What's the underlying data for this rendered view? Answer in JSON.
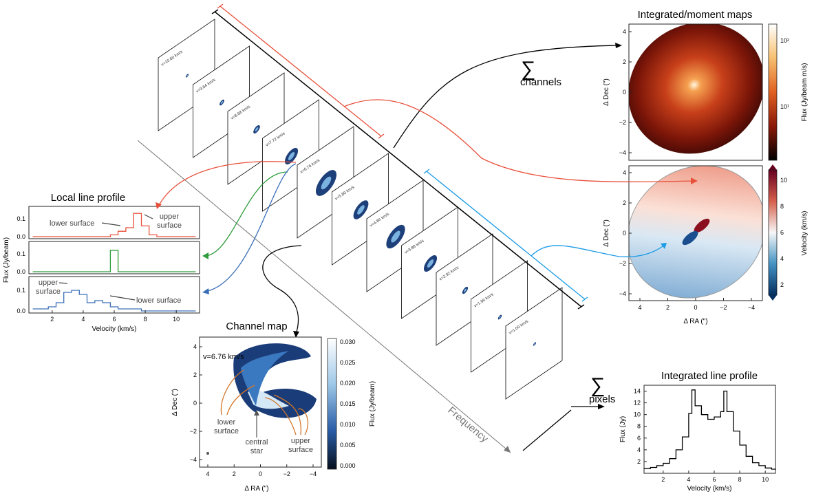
{
  "panels": {
    "moment_title": "Integrated/moment maps",
    "line_title": "Local line profile",
    "channel_title": "Channel map",
    "integrated_title": "Integrated line profile"
  },
  "annotations": {
    "sum_symbol": "∑",
    "channels": "channels",
    "pixels": "pixels",
    "frequency": "Frequency",
    "channel_velocity": "v=6.76 km/s",
    "lower_surface": "lower surface",
    "upper_surface_top": "upper",
    "upper_surface_bottom": "surface",
    "lower_line1": "lower",
    "lower_line2": "surface",
    "central_line1": "central",
    "central_line2": "star"
  },
  "axes": {
    "dec_label": "Δ Dec (\")",
    "ra_label": "Δ RA (\")",
    "flux_m0": "Flux (Jy/beam m/s)",
    "velocity_cbar": "Velocity (km/s)",
    "flux_jyb": "Flux (Jy/beam)",
    "flux_jy": "Flux (Jy)",
    "velocity_x": "Velocity (km/s)",
    "map_ticks": [
      "4",
      "2",
      "0",
      "−2",
      "−4"
    ],
    "m0_cbar_ticks": [
      "10²",
      "10¹"
    ],
    "m1_cbar_ticks": [
      "10",
      "8",
      "6",
      "4",
      "2"
    ],
    "ch_cbar_ticks": [
      "0.030",
      "0.025",
      "0.020",
      "0.015",
      "0.010",
      "0.005",
      "0.000"
    ],
    "line_y_ticks": [
      "0.1",
      "0.0"
    ],
    "line_x_ticks": [
      "2",
      "4",
      "6",
      "8",
      "10"
    ],
    "int_y_ticks": [
      "14",
      "12",
      "10",
      "8",
      "6",
      "4",
      "2"
    ],
    "int_x_ticks": [
      "2",
      "4",
      "6",
      "8",
      "10"
    ]
  },
  "channel_stack": {
    "labels": [
      "v=10.60 km/s",
      "v=9.64 km/s",
      "v=8.68 km/s",
      "v=7.72 km/s",
      "v=6.76 km/s",
      "v=5.80 km/s",
      "v=4.84 km/s",
      "v=3.88 km/s",
      "v=2.92 km/s",
      "v=1.96 km/s",
      "v=1.00 km/s"
    ]
  },
  "colors": {
    "red": "#e8503a",
    "green": "#2e9c3a",
    "blue": "#3a6fb8",
    "cyan": "#1a9be6",
    "orange": "#d4762a"
  },
  "chart_data": [
    {
      "type": "line",
      "subtype": "step",
      "name": "local line profiles",
      "x": [
        1,
        1.5,
        2,
        2.5,
        3,
        3.5,
        4,
        4.5,
        5,
        5.5,
        6,
        6.5,
        7,
        7.5,
        8,
        8.5,
        9,
        9.5,
        10,
        10.5,
        11
      ],
      "series": [
        {
          "color": "#e8503a",
          "values": [
            0.0,
            0.0,
            0.0,
            0.0,
            0.0,
            0.0,
            0.0,
            0.0,
            0.0,
            0.0,
            0.01,
            0.03,
            0.05,
            0.13,
            0.06,
            0.01,
            0.0,
            0.0,
            0.0,
            0.0,
            0.0
          ]
        },
        {
          "color": "#2e9c3a",
          "values": [
            0.0,
            0.0,
            0.0,
            0.0,
            0.0,
            0.0,
            0.0,
            0.0,
            0.0,
            0.0,
            0.12,
            0.0,
            0.0,
            0.0,
            0.0,
            0.0,
            0.0,
            0.0,
            0.0,
            0.0,
            0.0
          ]
        },
        {
          "color": "#3a6fb8",
          "values": [
            0.01,
            0.01,
            0.02,
            0.04,
            0.09,
            0.1,
            0.08,
            0.04,
            0.05,
            0.04,
            0.02,
            0.01,
            0.01,
            0.01,
            0.0,
            0.0,
            0.0,
            0.0,
            0.0,
            0.0,
            0.0
          ]
        }
      ],
      "xlabel": "Velocity (km/s)",
      "ylabel": "Flux (Jy/beam)",
      "xlim": [
        0.5,
        11.5
      ],
      "ylim": [
        0,
        0.15
      ]
    },
    {
      "type": "line",
      "subtype": "step",
      "title": "Integrated line profile",
      "x": [
        0.5,
        1.0,
        1.5,
        2.0,
        2.5,
        3.0,
        3.5,
        4.0,
        4.25,
        4.5,
        5.0,
        5.5,
        6.0,
        6.5,
        6.75,
        7.0,
        7.5,
        8.0,
        8.5,
        9.0,
        9.5,
        10.0,
        10.5,
        10.8
      ],
      "values": [
        0.8,
        1.0,
        1.3,
        1.7,
        2.5,
        4.0,
        6.2,
        10.2,
        14.2,
        11.5,
        10.0,
        9.2,
        9.6,
        10.5,
        14.0,
        10.5,
        7.2,
        4.8,
        2.9,
        1.8,
        1.3,
        0.9,
        0.7,
        0.6
      ],
      "xlabel": "Velocity (km/s)",
      "ylabel": "Flux (Jy)",
      "xlim": [
        0.5,
        10.8
      ],
      "ylim": [
        0,
        15
      ]
    }
  ]
}
